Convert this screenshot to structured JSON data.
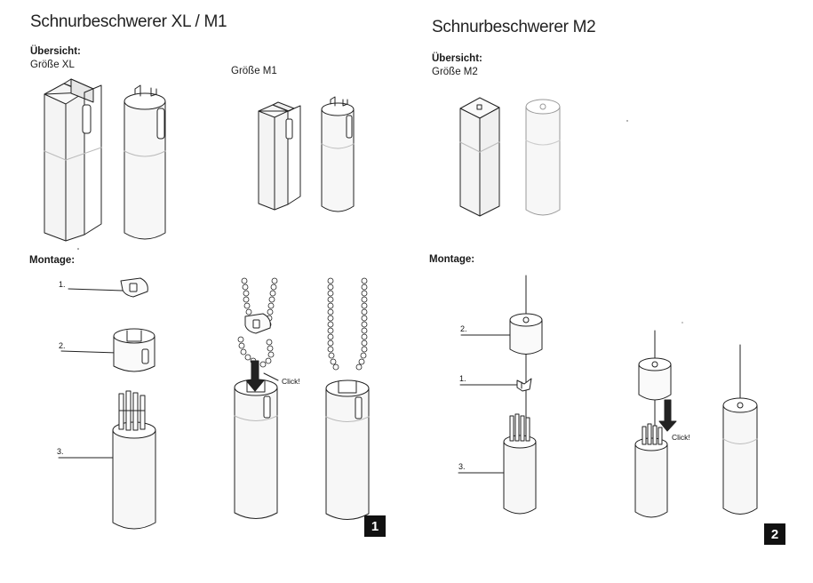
{
  "left_page": {
    "title": "Schnurbeschwerer XL / M1",
    "overview_heading": "Übersicht:",
    "size_xl": "Größe XL",
    "size_m1": "Größe M1",
    "assembly_heading": "Montage:",
    "steps": [
      "1.",
      "2.",
      "3."
    ],
    "click_label": "Click!",
    "page_number": "1"
  },
  "right_page": {
    "title": "Schnurbeschwerer M2",
    "overview_heading": "Übersicht:",
    "size_m2": "Größe M2",
    "assembly_heading": "Montage:",
    "steps": [
      "2.",
      "1.",
      "3."
    ],
    "click_label": "Click!",
    "page_number": "2"
  }
}
